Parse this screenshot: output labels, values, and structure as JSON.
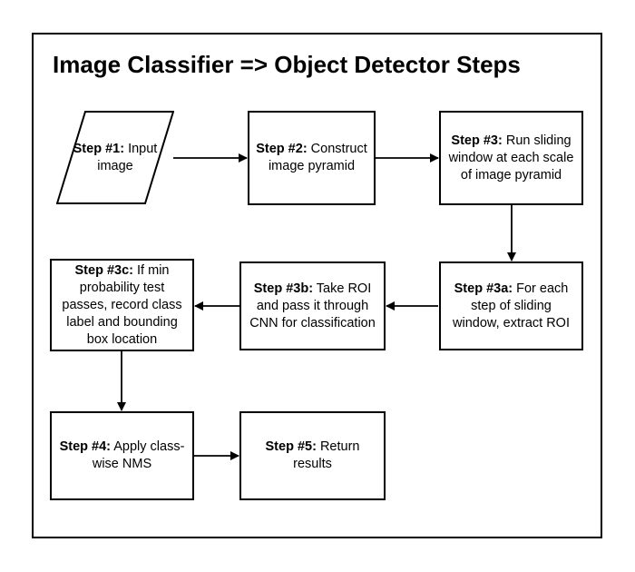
{
  "diagram": {
    "title": "Image Classifier => Object Detector Steps",
    "nodes": [
      {
        "id": "n1",
        "step": "Step #1:",
        "text": " Input image"
      },
      {
        "id": "n2",
        "step": "Step #2:",
        "text": " Construct image pyramid"
      },
      {
        "id": "n3",
        "step": "Step #3:",
        "text": " Run sliding window at each scale of image pyramid"
      },
      {
        "id": "n3a",
        "step": "Step #3a:",
        "text": " For each step of sliding window, extract ROI"
      },
      {
        "id": "n3b",
        "step": "Step #3b:",
        "text": " Take ROI and pass it through CNN for classification"
      },
      {
        "id": "n3c",
        "step": "Step #3c:",
        "text": " If min probability test passes, record class label and bounding box location"
      },
      {
        "id": "n4",
        "step": "Step #4:",
        "text": " Apply class-wise NMS"
      },
      {
        "id": "n5",
        "step": "Step #5:",
        "text": " Return results"
      }
    ],
    "edges": [
      {
        "from": "n1",
        "to": "n2"
      },
      {
        "from": "n2",
        "to": "n3"
      },
      {
        "from": "n3",
        "to": "n3a"
      },
      {
        "from": "n3a",
        "to": "n3b"
      },
      {
        "from": "n3b",
        "to": "n3c"
      },
      {
        "from": "n3c",
        "to": "n4"
      },
      {
        "from": "n4",
        "to": "n5"
      }
    ]
  }
}
